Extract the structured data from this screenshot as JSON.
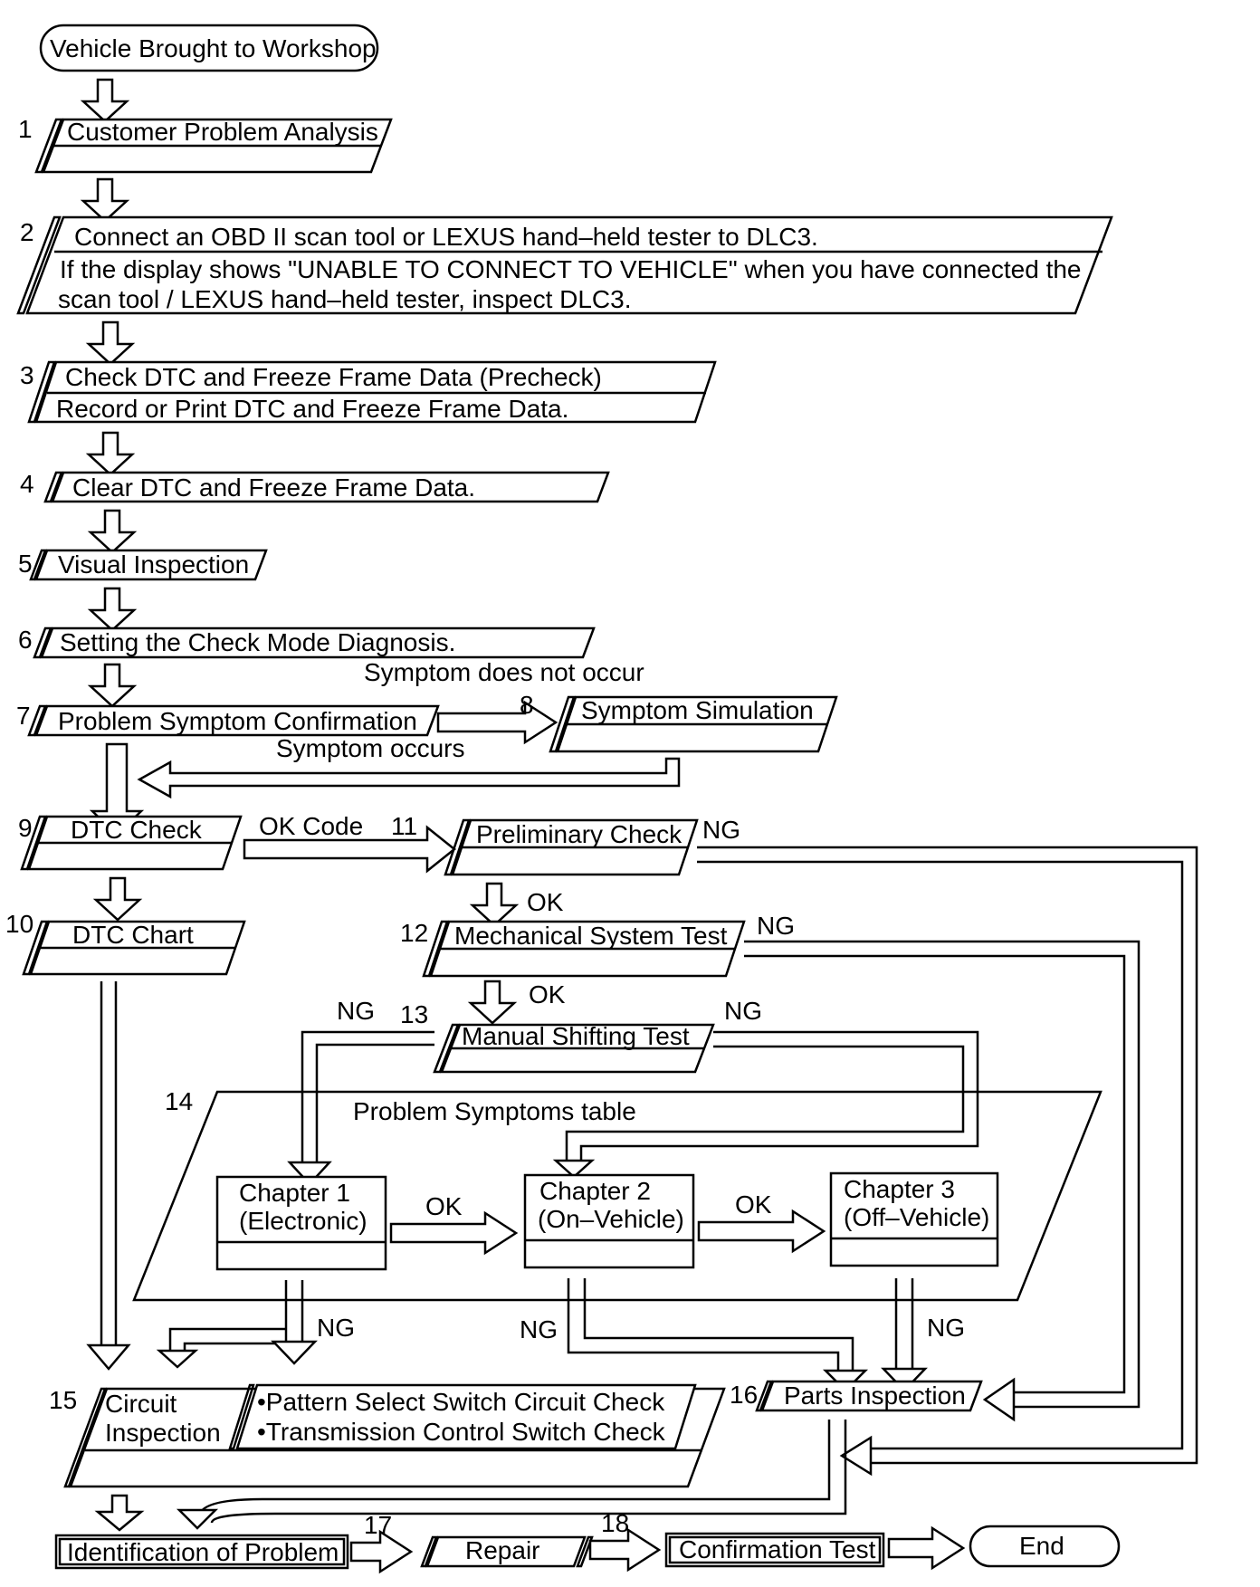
{
  "steps": {
    "start": "Vehicle Brought to Workshop",
    "s1": {
      "num": "1",
      "label": "Customer Problem Analysis"
    },
    "s2": {
      "num": "2",
      "label": "Connect an OBD II scan tool or LEXUS hand–held tester to DLC3.",
      "note1": "If the display shows \"UNABLE TO CONNECT TO VEHICLE\" when you have connected the",
      "note2": "scan tool / LEXUS hand–held tester, inspect DLC3."
    },
    "s3": {
      "num": "3",
      "label": "Check DTC and Freeze Frame Data (Precheck)",
      "note": "Record or Print DTC and Freeze Frame Data."
    },
    "s4": {
      "num": "4",
      "label": "Clear DTC and Freeze Frame Data."
    },
    "s5": {
      "num": "5",
      "label": "Visual Inspection"
    },
    "s6": {
      "num": "6",
      "label": "Setting the Check Mode Diagnosis."
    },
    "s7": {
      "num": "7",
      "label": "Problem Symptom Confirmation"
    },
    "s8": {
      "num": "8",
      "label": "Symptom Simulation"
    },
    "s9": {
      "num": "9",
      "label": "DTC Check"
    },
    "s10": {
      "num": "10",
      "label": "DTC Chart"
    },
    "s11": {
      "num": "11",
      "label": "Preliminary Check"
    },
    "s12": {
      "num": "12",
      "label": "Mechanical System Test"
    },
    "s13": {
      "num": "13",
      "label": "Manual Shifting Test"
    },
    "s14": {
      "num": "14",
      "label": "Problem Symptoms table"
    },
    "ch1": {
      "line1": "Chapter 1",
      "line2": "(Electronic)"
    },
    "ch2": {
      "line1": "Chapter 2",
      "line2": "(On–Vehicle)"
    },
    "ch3": {
      "line1": "Chapter 3",
      "line2": "(Off–Vehicle)"
    },
    "s15": {
      "num": "15",
      "line1": "Circuit",
      "line2": "Inspection",
      "check1": "•Pattern Select Switch Circuit Check",
      "check2": "•Transmission Control Switch Check"
    },
    "s16": {
      "num": "16",
      "label": "Parts Inspection"
    },
    "s17": {
      "num": "17",
      "label": "Repair"
    },
    "s18": {
      "num": "18",
      "label": "Confirmation Test"
    },
    "identify": "Identification of Problem",
    "end": "End"
  },
  "labels": {
    "symptom_not_occur": "Symptom does not occur",
    "symptom_occurs": "Symptom occurs",
    "ok_code": "OK Code",
    "ok": "OK",
    "ng": "NG"
  }
}
